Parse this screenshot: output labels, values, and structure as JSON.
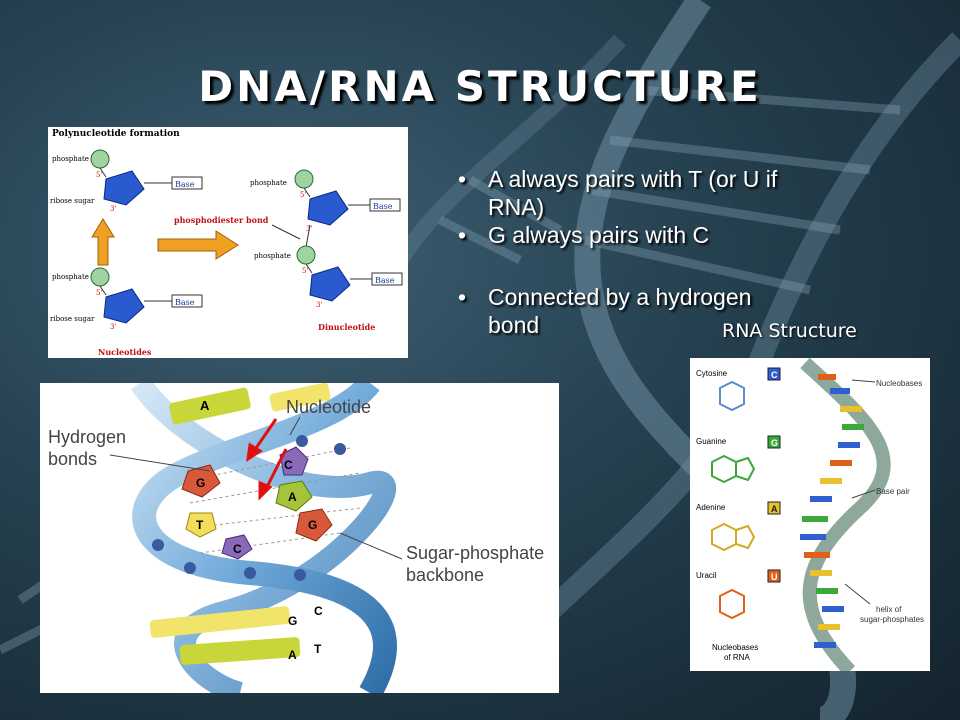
{
  "slide": {
    "title": "DNA/RNA STRUCTURE",
    "bullets": [
      "A always pairs with T (or U if RNA)",
      "G always pairs with C",
      "Connected by a hydrogen bond"
    ],
    "rna_caption": "RNA Structure"
  },
  "poly_figure": {
    "heading": "Polynucleotide formation",
    "phosphate": "phosphate",
    "ribose_sugar": "ribose sugar",
    "base": "Base",
    "phosphodiester_bond": "phosphodiester bond",
    "nucleotides": "Nucleotides",
    "dinucleotide": "Dinucleotide",
    "five_prime": "5'",
    "three_prime": "3'"
  },
  "dna_figure": {
    "nucleotide": "Nucleotide",
    "hydrogen_line1": "Hydrogen",
    "hydrogen_line2": "bonds",
    "backbone_line1": "Sugar-phosphate",
    "backbone_line2": "backbone",
    "bases": [
      "A",
      "G",
      "C",
      "T",
      "A",
      "C",
      "G",
      "G",
      "C",
      "A",
      "T"
    ]
  },
  "rna_figure": {
    "cytosine": "Cytosine",
    "guanine": "Guanine",
    "adenine": "Adenine",
    "uracil": "Uracil",
    "letters": [
      "C",
      "G",
      "A",
      "U"
    ],
    "nucleobases": "Nucleobases",
    "base_pair": "Base pair",
    "helix_line1": "helix of",
    "helix_line2": "sugar-phosphates",
    "footer_line1": "Nucleobases",
    "footer_line2": "of RNA"
  },
  "colors": {
    "cytosine": "#2f5fd0",
    "guanine": "#3aa83a",
    "adenine": "#e8c030",
    "uracil": "#e06018"
  }
}
